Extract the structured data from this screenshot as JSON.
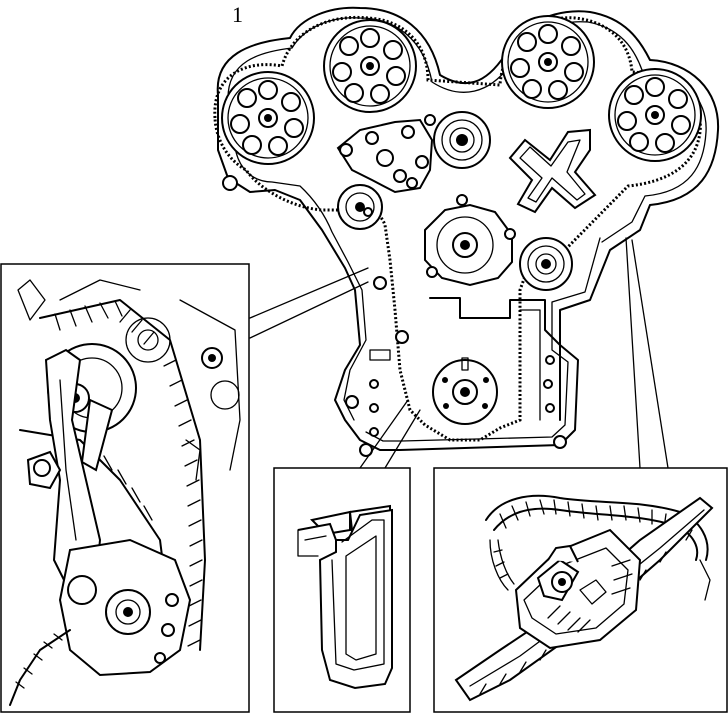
{
  "diagram": {
    "callout_label": "1",
    "detail_views": [
      {
        "id": "tensioner-detail"
      },
      {
        "id": "marker-detail"
      },
      {
        "id": "chain-tool-detail"
      }
    ]
  },
  "colors": {
    "ink": "#000000",
    "paper": "#ffffff"
  }
}
